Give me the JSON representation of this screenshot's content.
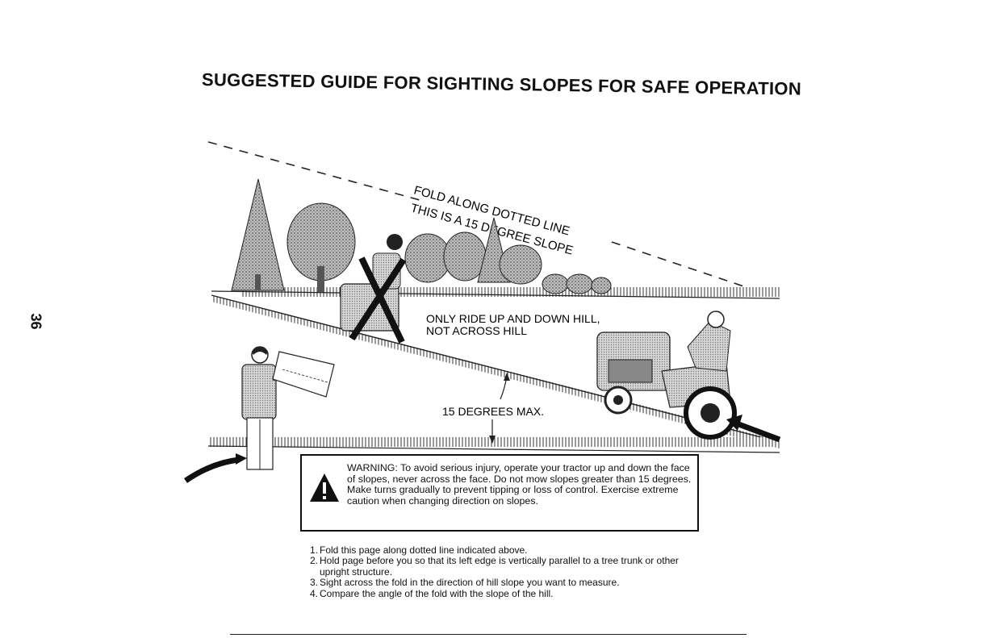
{
  "page": {
    "title": "SUGGESTED GUIDE FOR SIGHTING SLOPES FOR SAFE OPERATION",
    "page_number": "36"
  },
  "illustration": {
    "fold_line_label_1": "FOLD ALONG DOTTED LINE",
    "fold_line_label_2": "THIS IS A 15 DEGREE SLOPE",
    "ride_instruction_1": "ONLY RIDE UP AND DOWN HILL,",
    "ride_instruction_2": "NOT ACROSS HILL",
    "max_angle_label": "15 DEGREES MAX."
  },
  "warning": {
    "icon": "warning-triangle-icon",
    "text": "WARNING: To avoid serious injury, operate your tractor up and down the face of slopes, never across the face. Do not mow slopes greater than 15 degrees. Make turns gradually to prevent tipping or loss of control. Exercise extreme caution when changing direction on slopes."
  },
  "instructions": [
    {
      "num": "1.",
      "text": "Fold this page along dotted line indicated above."
    },
    {
      "num": "2.",
      "text": "Hold page before you so that its left edge is vertically parallel to a tree trunk or other upright structure."
    },
    {
      "num": "3.",
      "text": "Sight across the fold in the direction of hill slope you want to measure."
    },
    {
      "num": "4.",
      "text": "Compare the angle of the fold with the slope of the hill."
    }
  ]
}
